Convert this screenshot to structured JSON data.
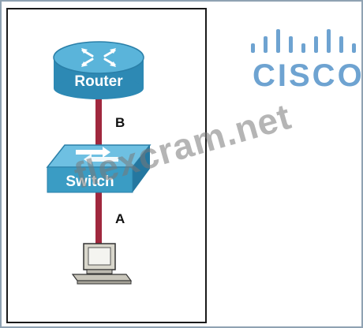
{
  "diagram": {
    "router_label": "Router",
    "switch_label": "Switch",
    "link_b_label": "B",
    "link_a_label": "A",
    "link_color": "#a0283e",
    "device_color": "#3a9cc4"
  },
  "logo": {
    "word": "CISCO",
    "color": "#6ea3d1"
  },
  "watermark": {
    "text": "flexcram.net"
  }
}
